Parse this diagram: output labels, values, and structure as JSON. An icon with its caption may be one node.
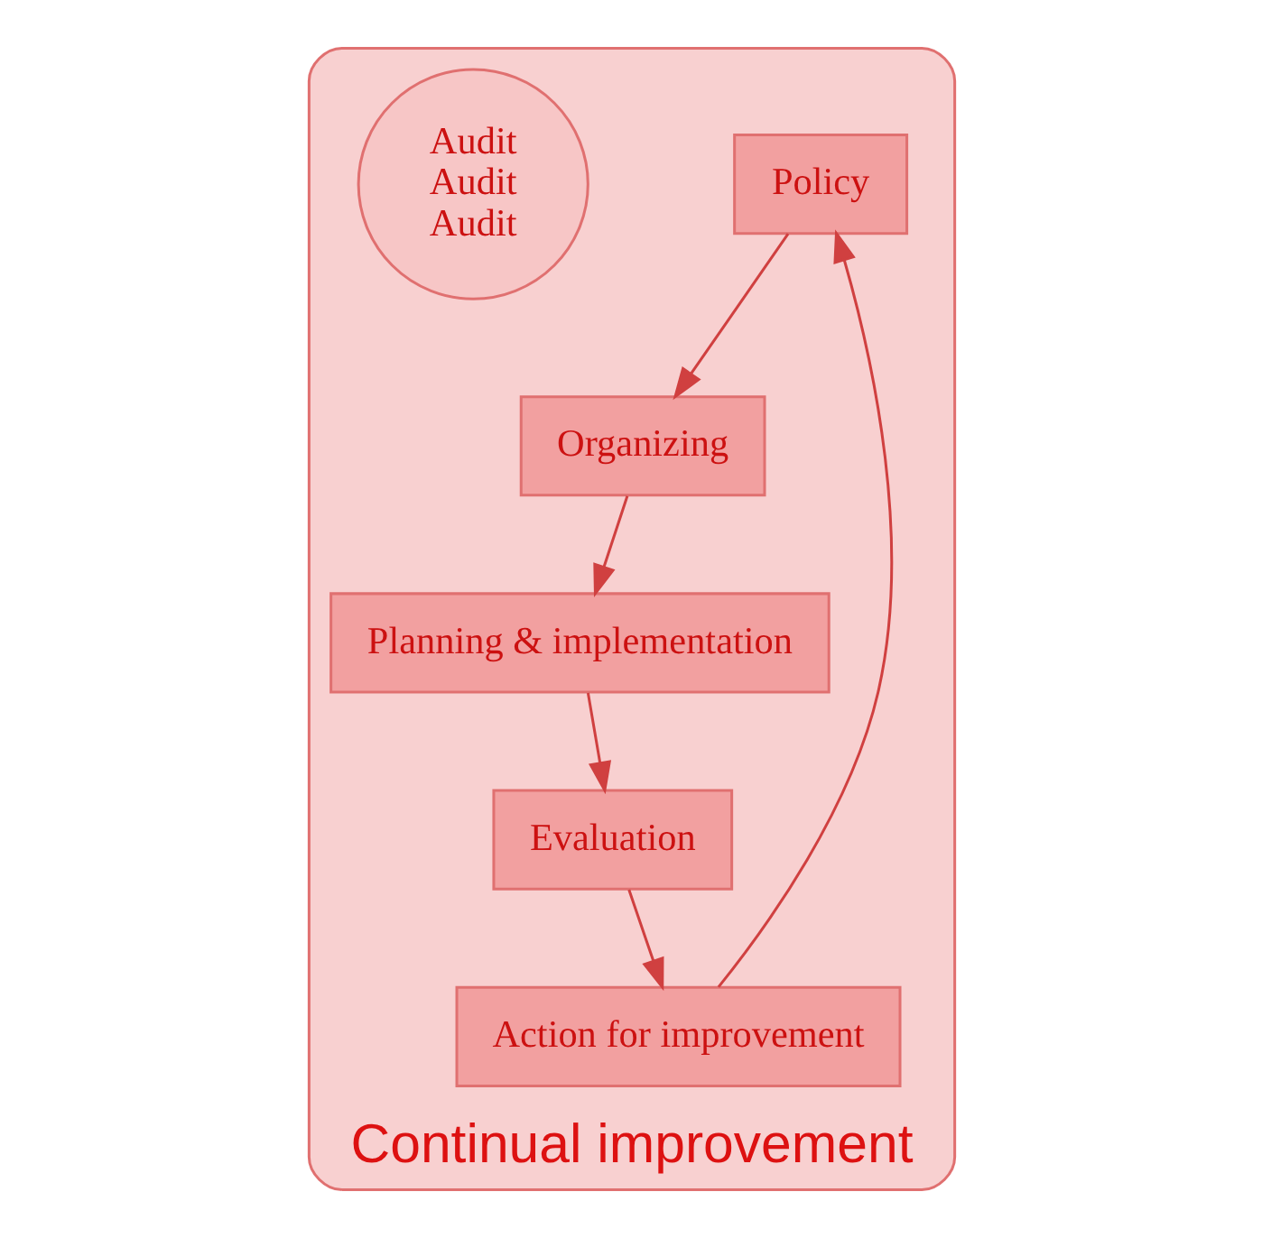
{
  "diagram": {
    "nodes": [
      {
        "text": [
          "Continual improvement"
        ]
      },
      {
        "text": [
          "Policy"
        ],
        "in": 0
      },
      {
        "text": [
          "Organizing"
        ],
        "in": 0
      },
      {
        "text": [
          "Planning & implementation"
        ],
        "in": 0
      },
      {
        "text": [
          "Evaluation"
        ],
        "in": 0
      },
      {
        "text": [
          "Action for improvement"
        ],
        "in": 0
      },
      {
        "text": [
          "Audit",
          "Audit",
          "Audit"
        ],
        "in": 0
      }
    ],
    "edges": [
      {
        "from": 1,
        "to": 2,
        "arrow": "to"
      },
      {
        "from": 2,
        "to": 3,
        "arrow": "to"
      },
      {
        "from": 3,
        "to": 4,
        "arrow": "to"
      },
      {
        "from": 4,
        "to": 5,
        "arrow": "to"
      },
      {
        "from": 5,
        "to": 1,
        "arrow": "to"
      }
    ]
  }
}
